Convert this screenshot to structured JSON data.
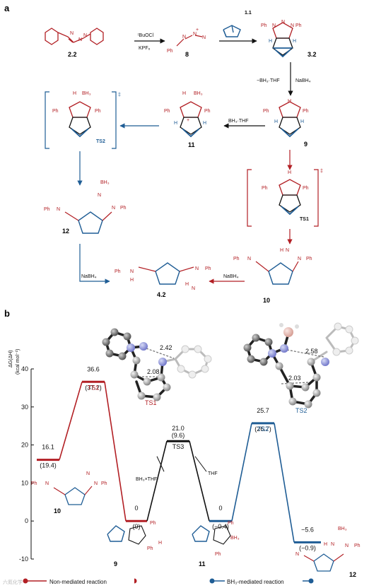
{
  "panel_a": {
    "label": "a",
    "compounds": {
      "c22": "2.2",
      "c8": "8",
      "c11_reagent": "1.1",
      "c32": "3.2",
      "c9": "9",
      "c11": "11",
      "ts1": "TS1",
      "ts2": "TS2",
      "c12": "12",
      "c42": "4.2",
      "c10": "10"
    },
    "reagents": {
      "r1_top": "ᵗBuOCl",
      "r1_bottom": "KPF₆",
      "r2_left": "−BH₃·THF",
      "r2_right": "NaBH₄",
      "r3": "BH₃·THF",
      "r4": "NaBH₄",
      "r5": "NaBH₄"
    },
    "atoms": {
      "ph": "Ph",
      "n": "N",
      "h": "H",
      "bh3": "BH₃",
      "minus": "−",
      "plus": "+",
      "dagger": "‡"
    }
  },
  "panel_b": {
    "label": "b",
    "ylabel_line1": "ΔG(ΔH)",
    "ylabel_line2": "(kcal mol⁻¹)",
    "legend_left": "Non-mediated reaction",
    "legend_right": "BH₃-mediated reaction",
    "distance_ts1_a": "2.42",
    "distance_ts1_b": "2.08",
    "distance_ts2_a": "2.58",
    "distance_ts2_b": "2.03",
    "step_bh3thf": "BH₃×THF",
    "step_thf": "THF",
    "watermark": "六氮化学"
  },
  "chart_data": {
    "type": "line",
    "ylim": [
      -10,
      40
    ],
    "yticks": [
      "-10",
      "0",
      "10",
      "20",
      "30",
      "40"
    ],
    "levels": [
      {
        "id": "s10",
        "label": "10",
        "dG": 16.1,
        "dH": 19.4,
        "dG_text": "16.1",
        "dH_text": "(19.4)",
        "color": "#b21f24"
      },
      {
        "id": "sts1",
        "label": "TS1",
        "dG": 36.6,
        "dH": 37.2,
        "dG_text": "36.6",
        "dH_text": "(37.2)",
        "color": "#b21f24"
      },
      {
        "id": "s9",
        "label": "9",
        "dG": 0,
        "dH": 0,
        "dG_text": "0",
        "dH_text": "(0)",
        "color": "#b21f24"
      },
      {
        "id": "sts3",
        "label": "TS3",
        "dG": 21.0,
        "dH": 9.6,
        "dG_text": "21.0",
        "dH_text": "(9.6)",
        "color": "#111111"
      },
      {
        "id": "s11",
        "label": "11",
        "dG": 0,
        "dH": -0.4,
        "dG_text": "0",
        "dH_text": "(−0.4)",
        "color": "#1f5d95"
      },
      {
        "id": "sts2",
        "label": "TS2",
        "dG": 25.7,
        "dH": 26.7,
        "dG_text": "25.7",
        "dH_text": "(26.7)",
        "color": "#1f5d95"
      },
      {
        "id": "s12",
        "label": "12",
        "dG": -5.6,
        "dH": -0.9,
        "dG_text": "−5.6",
        "dH_text": "(−0.9)",
        "color": "#1f5d95"
      }
    ]
  }
}
